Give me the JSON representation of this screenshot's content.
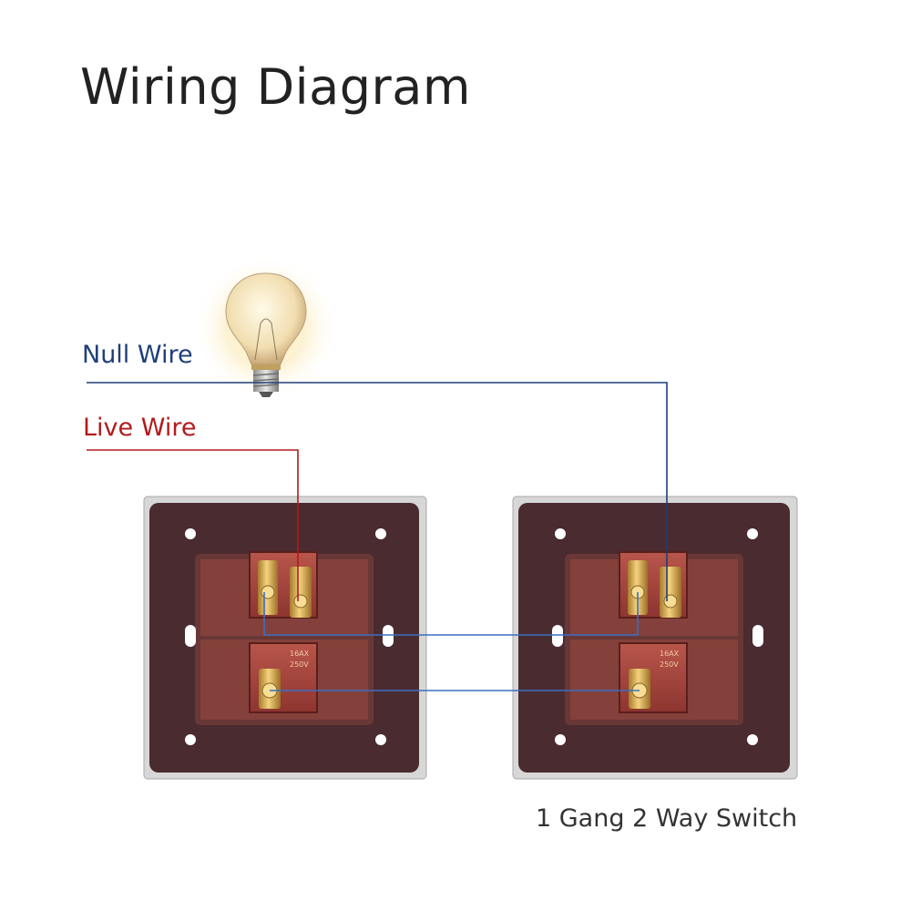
{
  "title": "Wiring Diagram",
  "wires": {
    "null": {
      "label": "Null Wire",
      "color": "#1f3f7a"
    },
    "live": {
      "label": "Live Wire",
      "color": "#b31b1b"
    },
    "traveler_color": "#3a6fc4"
  },
  "switch_caption": "1 Gang 2 Way Switch",
  "terminal_marking": {
    "rating": "16AX",
    "voltage": "250V"
  },
  "colors": {
    "plate_frame": "#cfcfcf",
    "plate_body": "#4a2b2f",
    "terminal_block": "#a1433b",
    "brass": "#e2b35a"
  }
}
